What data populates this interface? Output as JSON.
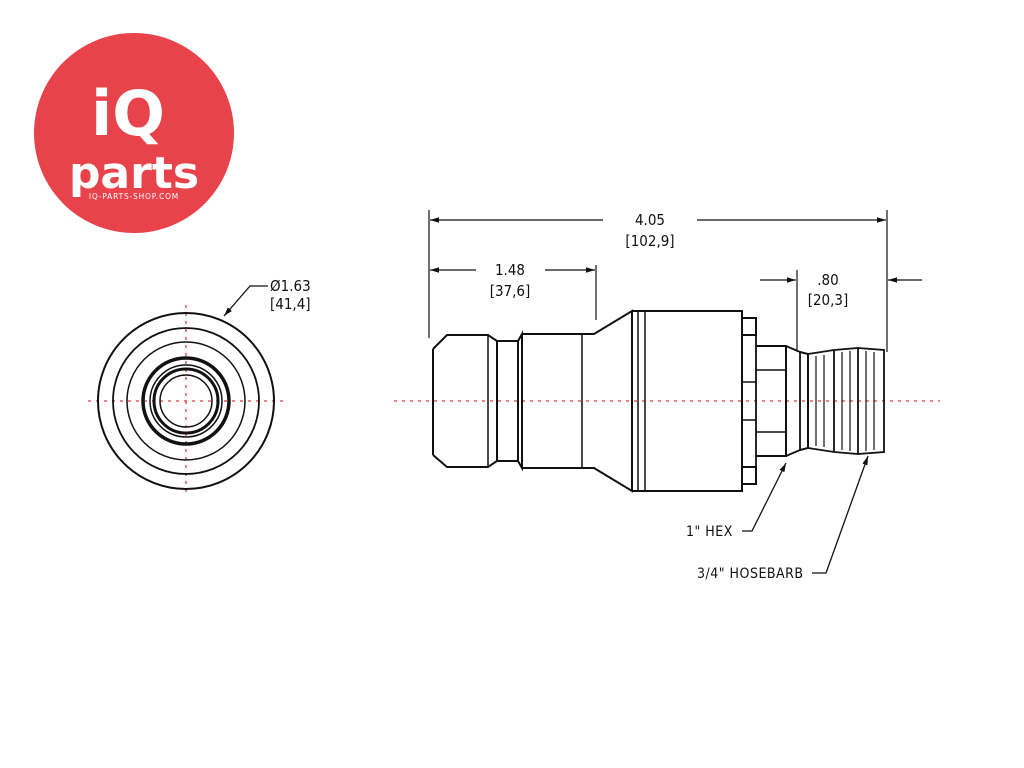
{
  "logo": {
    "line1": "iQ",
    "line2": "parts",
    "url": "IQ-PARTS-SHOP.COM",
    "color": "#e8424a"
  },
  "end_view": {
    "diameter_in": "Ø1.63",
    "diameter_mm": "[41,4]"
  },
  "side_view": {
    "overall_length_in": "4.05",
    "overall_length_mm": "[102,9]",
    "front_length_in": "1.48",
    "front_length_mm": "[37,6]",
    "barb_length_in": ".80",
    "barb_length_mm": "[20,3]",
    "hex_label": "1\" HEX",
    "hosebarb_label": "3/4\" HOSEBARB"
  },
  "colors": {
    "line": "#111111",
    "centerline": "#e03a3a"
  }
}
